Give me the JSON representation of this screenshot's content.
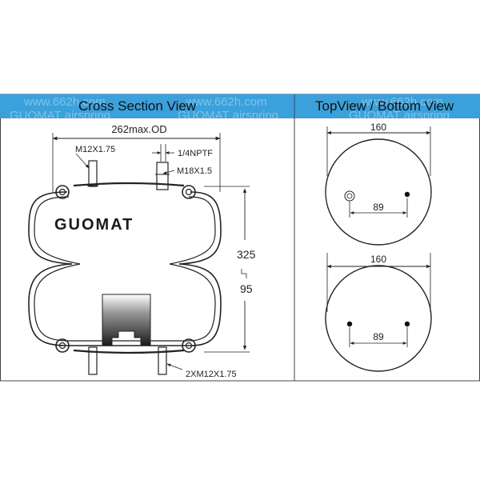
{
  "header": {
    "left_title": "Cross  Section  View",
    "right_title": "TopView / Bottom  View",
    "watermark_lines": [
      "www.662h.com",
      "GUOMAT airspring",
      "www.662h.com",
      "GUOMAT airspring",
      "www.662h.com",
      "GUOMAT airspring"
    ],
    "band_color": "#3aa1dc"
  },
  "cross_section": {
    "overall_diameter": "262max.OD",
    "top_stud": "M12X1.75",
    "air_fitting": "1/4NPTF",
    "air_fitting_thread": "M18X1.5",
    "brand": "GUOMAT",
    "max_height": "325",
    "min_height": "95",
    "bottom_studs": "2XM12X1.75"
  },
  "top_view": {
    "diameter": "160",
    "hole_spacing": "89"
  },
  "bottom_view": {
    "diameter": "160",
    "hole_spacing": "89"
  }
}
